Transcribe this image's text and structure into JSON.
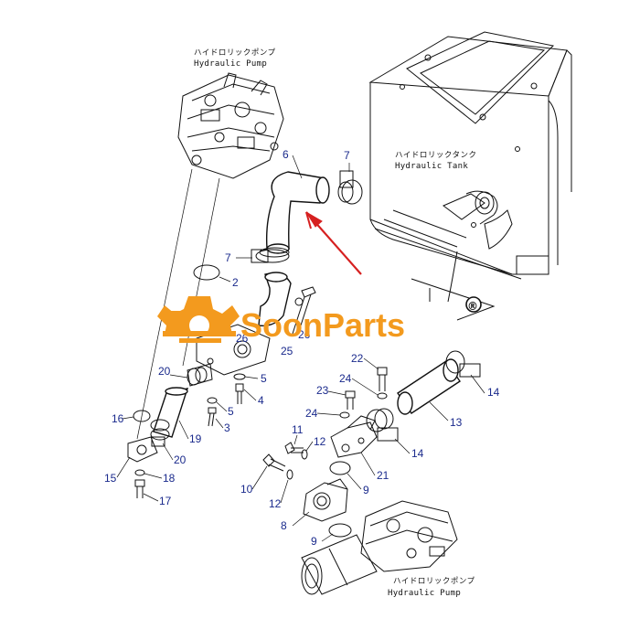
{
  "labels": {
    "pump_top_jp": "ハイドロリックポンプ",
    "pump_top_en": "Hydraulic Pump",
    "tank_jp": "ハイドロリックタンク",
    "tank_en": "Hydraulic Tank",
    "pump_bottom_jp": "ハイドロリックポンプ",
    "pump_bottom_en": "Hydraulic Pump"
  },
  "brand": {
    "name": "SoonParts",
    "registered": "®",
    "color": "#f39a1e"
  },
  "callouts": {
    "c6": "6",
    "c7a": "7",
    "c7b": "7",
    "c2": "2",
    "c25": "25",
    "c26": "26",
    "c26b": "26",
    "c20a": "20",
    "c5a": "5",
    "c4": "4",
    "c5b": "5",
    "c3": "3",
    "c19": "19",
    "c16": "16",
    "c20b": "20",
    "c15": "15",
    "c18": "18",
    "c17": "17",
    "c22": "22",
    "c24a": "24",
    "c23": "23",
    "c24b": "24",
    "c14a": "14",
    "c13": "13",
    "c14b": "14",
    "c11": "11",
    "c12a": "12",
    "c21": "21",
    "c10": "10",
    "c9a": "9",
    "c12b": "12",
    "c8": "8",
    "c9b": "9"
  },
  "colors": {
    "callout": "#1a2a8c",
    "arrow": "#d62020",
    "line": "#111111"
  }
}
